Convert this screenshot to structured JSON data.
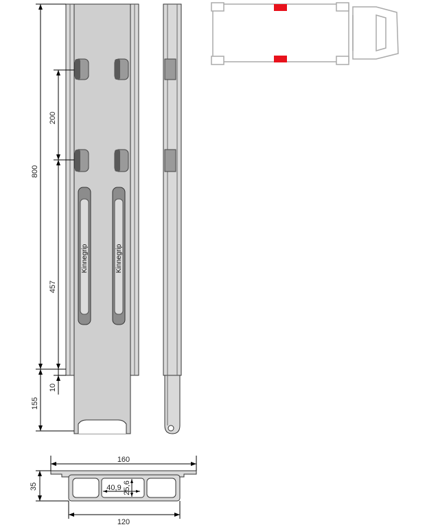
{
  "colors": {
    "rail_fill": "#d9d9d9",
    "rail_inner": "#c4c4c4",
    "outline": "#333333",
    "slot_fill": "#8c8c8c",
    "slot_dark": "#5a5a5a",
    "marker": "#e8121c",
    "vehicle_outline": "#aaaaaa",
    "dimension": "#000000"
  },
  "dimensions": {
    "total_length": "800",
    "slot_spacing": "200",
    "handle_length": "457",
    "gap": "10",
    "extension": "155",
    "profile_width": "160",
    "profile_height": "35",
    "profile_inner_width": "120",
    "cavity_width": "40,9",
    "cavity_height": "25,6"
  },
  "handle_label": "Kinnegrip",
  "icons": {
    "vehicle_plan": "vehicle-top-view-icon",
    "position_marker": "red-marker-icon"
  }
}
